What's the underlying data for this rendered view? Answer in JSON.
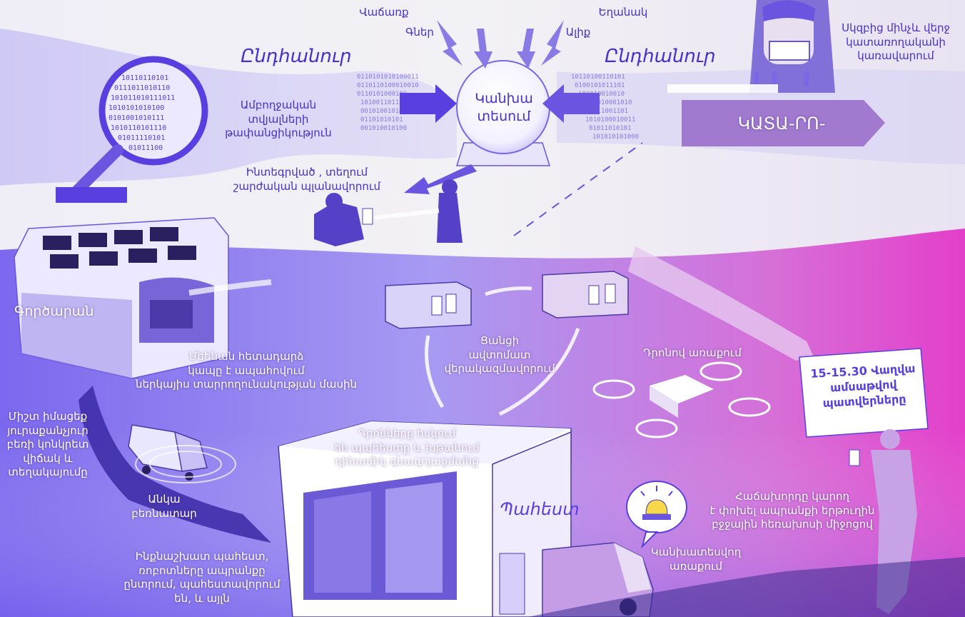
{
  "labels": {
    "sales": "Վաճառք",
    "prices": "Գներ",
    "weather": "Եղանակ",
    "wave": "Ալիք",
    "general_left": "Ընդհանուր",
    "general_right": "Ընդհանուր",
    "end_to_end": "Սկզբից մինչև վերջ\nկատառողականի\nկառավարում",
    "forecast": "Կանխա\nտեսում",
    "full_data": "Ամբողջական\nտվյալների\nթափանցիկություն",
    "integrated_planning": "Ինտեգրված , տեղում\nշարժական պլանավորում",
    "katsa_sign": "ԿԱՏԱ-ՐՈ-",
    "factory": "Գործարան",
    "machine_feedback": "Մեենան հետադարձ\nկապը է ապահովում\nներկայիս տարրողունակության մասին",
    "network_reconfig": "Ցանցի\nավտոմատ\nվերակազմավորում",
    "drone_delivery": "Դրոնով առաքում",
    "order_card": "15-15.30 Վաղվա\nամսաթվով\nպատվերները",
    "always_know": "Միշտ իմացեք\nյուրաքանչյուր\nբեռի կոնկրետ\nվիճակ և\nտեղակայումը",
    "drones_control": "Դրոնները հսկում\nեն պահեստը և խթանում\nդինամիկ գնագոյացմանը",
    "smart_truck": "Անկա\nբեռնատար",
    "warehouse": "Պահեստ",
    "customer_change": "Հաճախորդը կարող\nէ փոխել ապրանքի երթուղին\nբջջային հեռախոսի միջոցով",
    "autonomous_warehouse": "Ինքնաշխատ պահեստ,\nռոբոտները ապրանքը\nընտրում, պահեստավորում\nեն, և այլն",
    "predicted_delivery": "Կանխատեսվող\nառաքում"
  },
  "colors": {
    "accent": "#5a3fe0",
    "magenta": "#e040c8",
    "text_dark": "#4630c8"
  }
}
